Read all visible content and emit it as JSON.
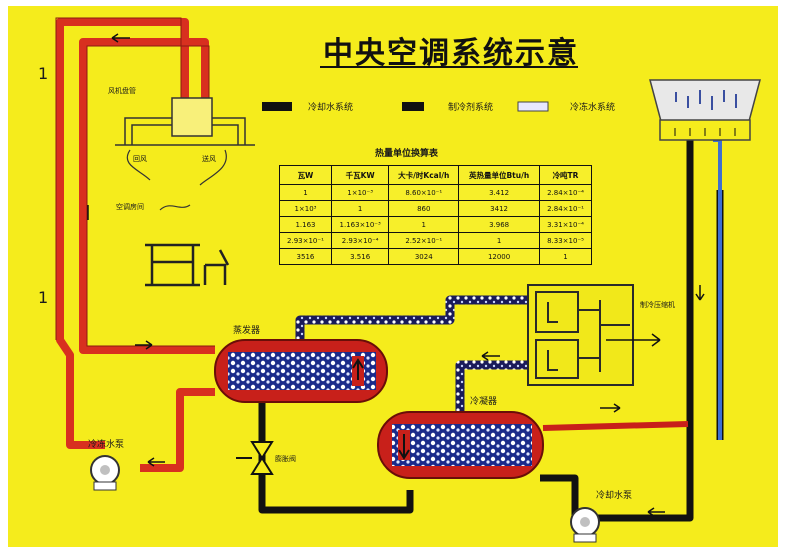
{
  "title": "中央空调系统示意",
  "legend": {
    "cooling_water": "冷却水系统",
    "refrigerant": "制冷剂系统",
    "chilled_water": "冷冻水系统"
  },
  "labels": {
    "fan_coil": "风机盘管",
    "return_air": "回风",
    "supply_air": "送风",
    "room_air": "空调房间",
    "evaporator": "蒸发器",
    "condenser": "冷凝器",
    "compressor": "制冷压缩机",
    "expansion_valve": "膨胀阀",
    "chilled_pump": "冷冻水泵",
    "cooling_pump": "冷却水泵",
    "flow_mark": "1"
  },
  "table": {
    "title": "热量单位换算表",
    "headers": [
      "瓦W",
      "千瓦KW",
      "大卡/时Kcal/h",
      "英热量单位Btu/h",
      "冷吨TR"
    ],
    "rows": [
      [
        "1",
        "1×10⁻³",
        "8.60×10⁻¹",
        "3.412",
        "2.84×10⁻⁴"
      ],
      [
        "1×10³",
        "1",
        "860",
        "3412",
        "2.84×10⁻¹"
      ],
      [
        "1.163",
        "1.163×10⁻³",
        "1",
        "3.968",
        "3.31×10⁻⁴"
      ],
      [
        "2.93×10⁻¹",
        "2.93×10⁻⁴",
        "2.52×10⁻¹",
        "1",
        "8.33×10⁻⁵"
      ],
      [
        "3516",
        "3.516",
        "3024",
        "12000",
        "1"
      ]
    ]
  },
  "colors": {
    "board": "#f5ec1c",
    "chilled_pipe": "#d8301f",
    "cooling_pipe": "#111111",
    "refrigerant_pipe": "#2a3a8c",
    "vessel": "#c8201a"
  }
}
